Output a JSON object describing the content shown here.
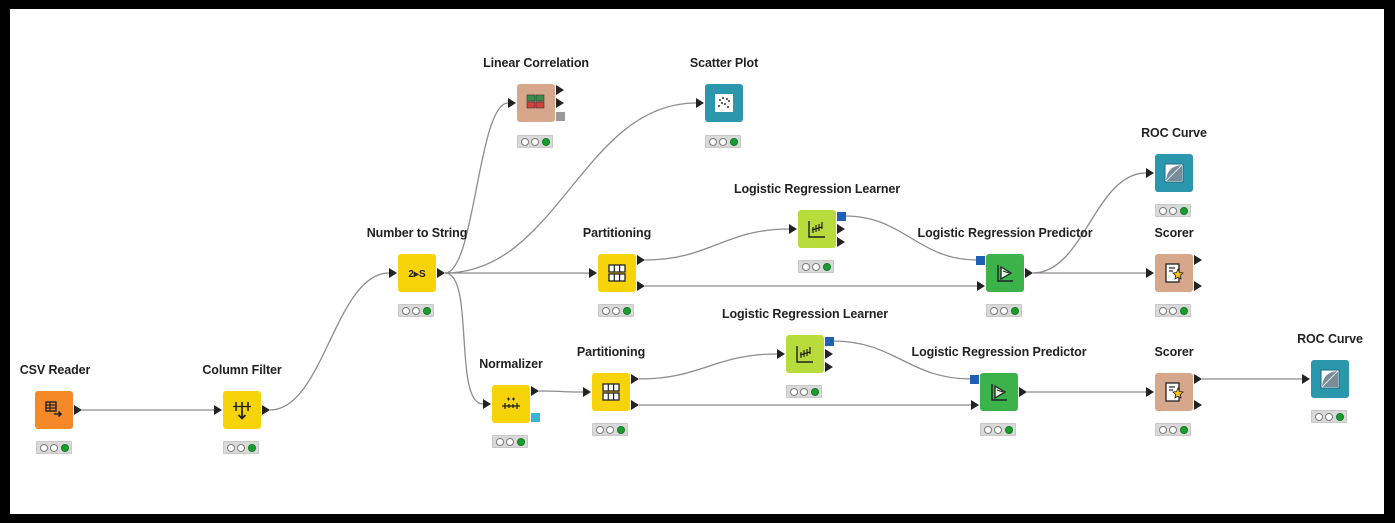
{
  "colors": {
    "source": "#f5892a",
    "manipulator": "#f7d40a",
    "learner": "#b8dc3c",
    "predictor": "#3bb34a",
    "other": "#d6a78a",
    "visualizer": "#2a97ad",
    "model_port": "#1f5fb4",
    "image_port": "#39b3d8",
    "table_port": "#222222",
    "status_ok": "#1a9c2e"
  },
  "nodes": [
    {
      "id": "csv-reader",
      "label": "CSV Reader",
      "category": "source",
      "icon": "csv-reader-icon",
      "status": "executed"
    },
    {
      "id": "column-filter",
      "label": "Column Filter",
      "category": "manipulator",
      "icon": "column-filter-icon",
      "status": "executed"
    },
    {
      "id": "number-to-string",
      "label": "Number to String",
      "category": "manipulator",
      "icon": "number-to-string-icon",
      "icon_text": "2▸S",
      "status": "executed"
    },
    {
      "id": "linear-correlation",
      "label": "Linear Correlation",
      "category": "other",
      "icon": "correlation-icon",
      "status": "executed"
    },
    {
      "id": "scatter-plot",
      "label": "Scatter Plot",
      "category": "visualizer",
      "icon": "scatter-plot-icon",
      "status": "executed"
    },
    {
      "id": "partitioning-1",
      "label": "Partitioning",
      "category": "manipulator",
      "icon": "partitioning-icon",
      "status": "executed"
    },
    {
      "id": "lr-learner-1",
      "label": "Logistic Regression Learner",
      "category": "learner",
      "icon": "learner-icon",
      "status": "executed"
    },
    {
      "id": "lr-predictor-1",
      "label": "Logistic Regression Predictor",
      "category": "predictor",
      "icon": "predictor-icon",
      "status": "executed"
    },
    {
      "id": "roc-curve-1",
      "label": "ROC Curve",
      "category": "visualizer",
      "icon": "roc-curve-icon",
      "status": "executed"
    },
    {
      "id": "scorer-1",
      "label": "Scorer",
      "category": "other",
      "icon": "scorer-icon",
      "status": "executed"
    },
    {
      "id": "normalizer",
      "label": "Normalizer",
      "category": "manipulator",
      "icon": "normalizer-icon",
      "status": "executed"
    },
    {
      "id": "partitioning-2",
      "label": "Partitioning",
      "category": "manipulator",
      "icon": "partitioning-icon",
      "status": "executed"
    },
    {
      "id": "lr-learner-2",
      "label": "Logistic Regression Learner",
      "category": "learner",
      "icon": "learner-icon",
      "status": "executed"
    },
    {
      "id": "lr-predictor-2",
      "label": "Logistic Regression Predictor",
      "category": "predictor",
      "icon": "predictor-icon",
      "status": "executed"
    },
    {
      "id": "scorer-2",
      "label": "Scorer",
      "category": "other",
      "icon": "scorer-icon",
      "status": "executed"
    },
    {
      "id": "roc-curve-2",
      "label": "ROC Curve",
      "category": "visualizer",
      "icon": "roc-curve-icon",
      "status": "executed"
    }
  ],
  "connections": [
    [
      "csv-reader",
      "column-filter"
    ],
    [
      "column-filter",
      "number-to-string"
    ],
    [
      "number-to-string",
      "linear-correlation"
    ],
    [
      "number-to-string",
      "scatter-plot"
    ],
    [
      "number-to-string",
      "partitioning-1"
    ],
    [
      "number-to-string",
      "normalizer"
    ],
    [
      "partitioning-1",
      "lr-learner-1"
    ],
    [
      "partitioning-1",
      "lr-predictor-1"
    ],
    [
      "lr-learner-1",
      "lr-predictor-1"
    ],
    [
      "lr-predictor-1",
      "roc-curve-1"
    ],
    [
      "lr-predictor-1",
      "scorer-1"
    ],
    [
      "normalizer",
      "partitioning-2"
    ],
    [
      "partitioning-2",
      "lr-learner-2"
    ],
    [
      "partitioning-2",
      "lr-predictor-2"
    ],
    [
      "lr-learner-2",
      "lr-predictor-2"
    ],
    [
      "lr-predictor-2",
      "scorer-2"
    ],
    [
      "scorer-2",
      "roc-curve-2"
    ]
  ]
}
